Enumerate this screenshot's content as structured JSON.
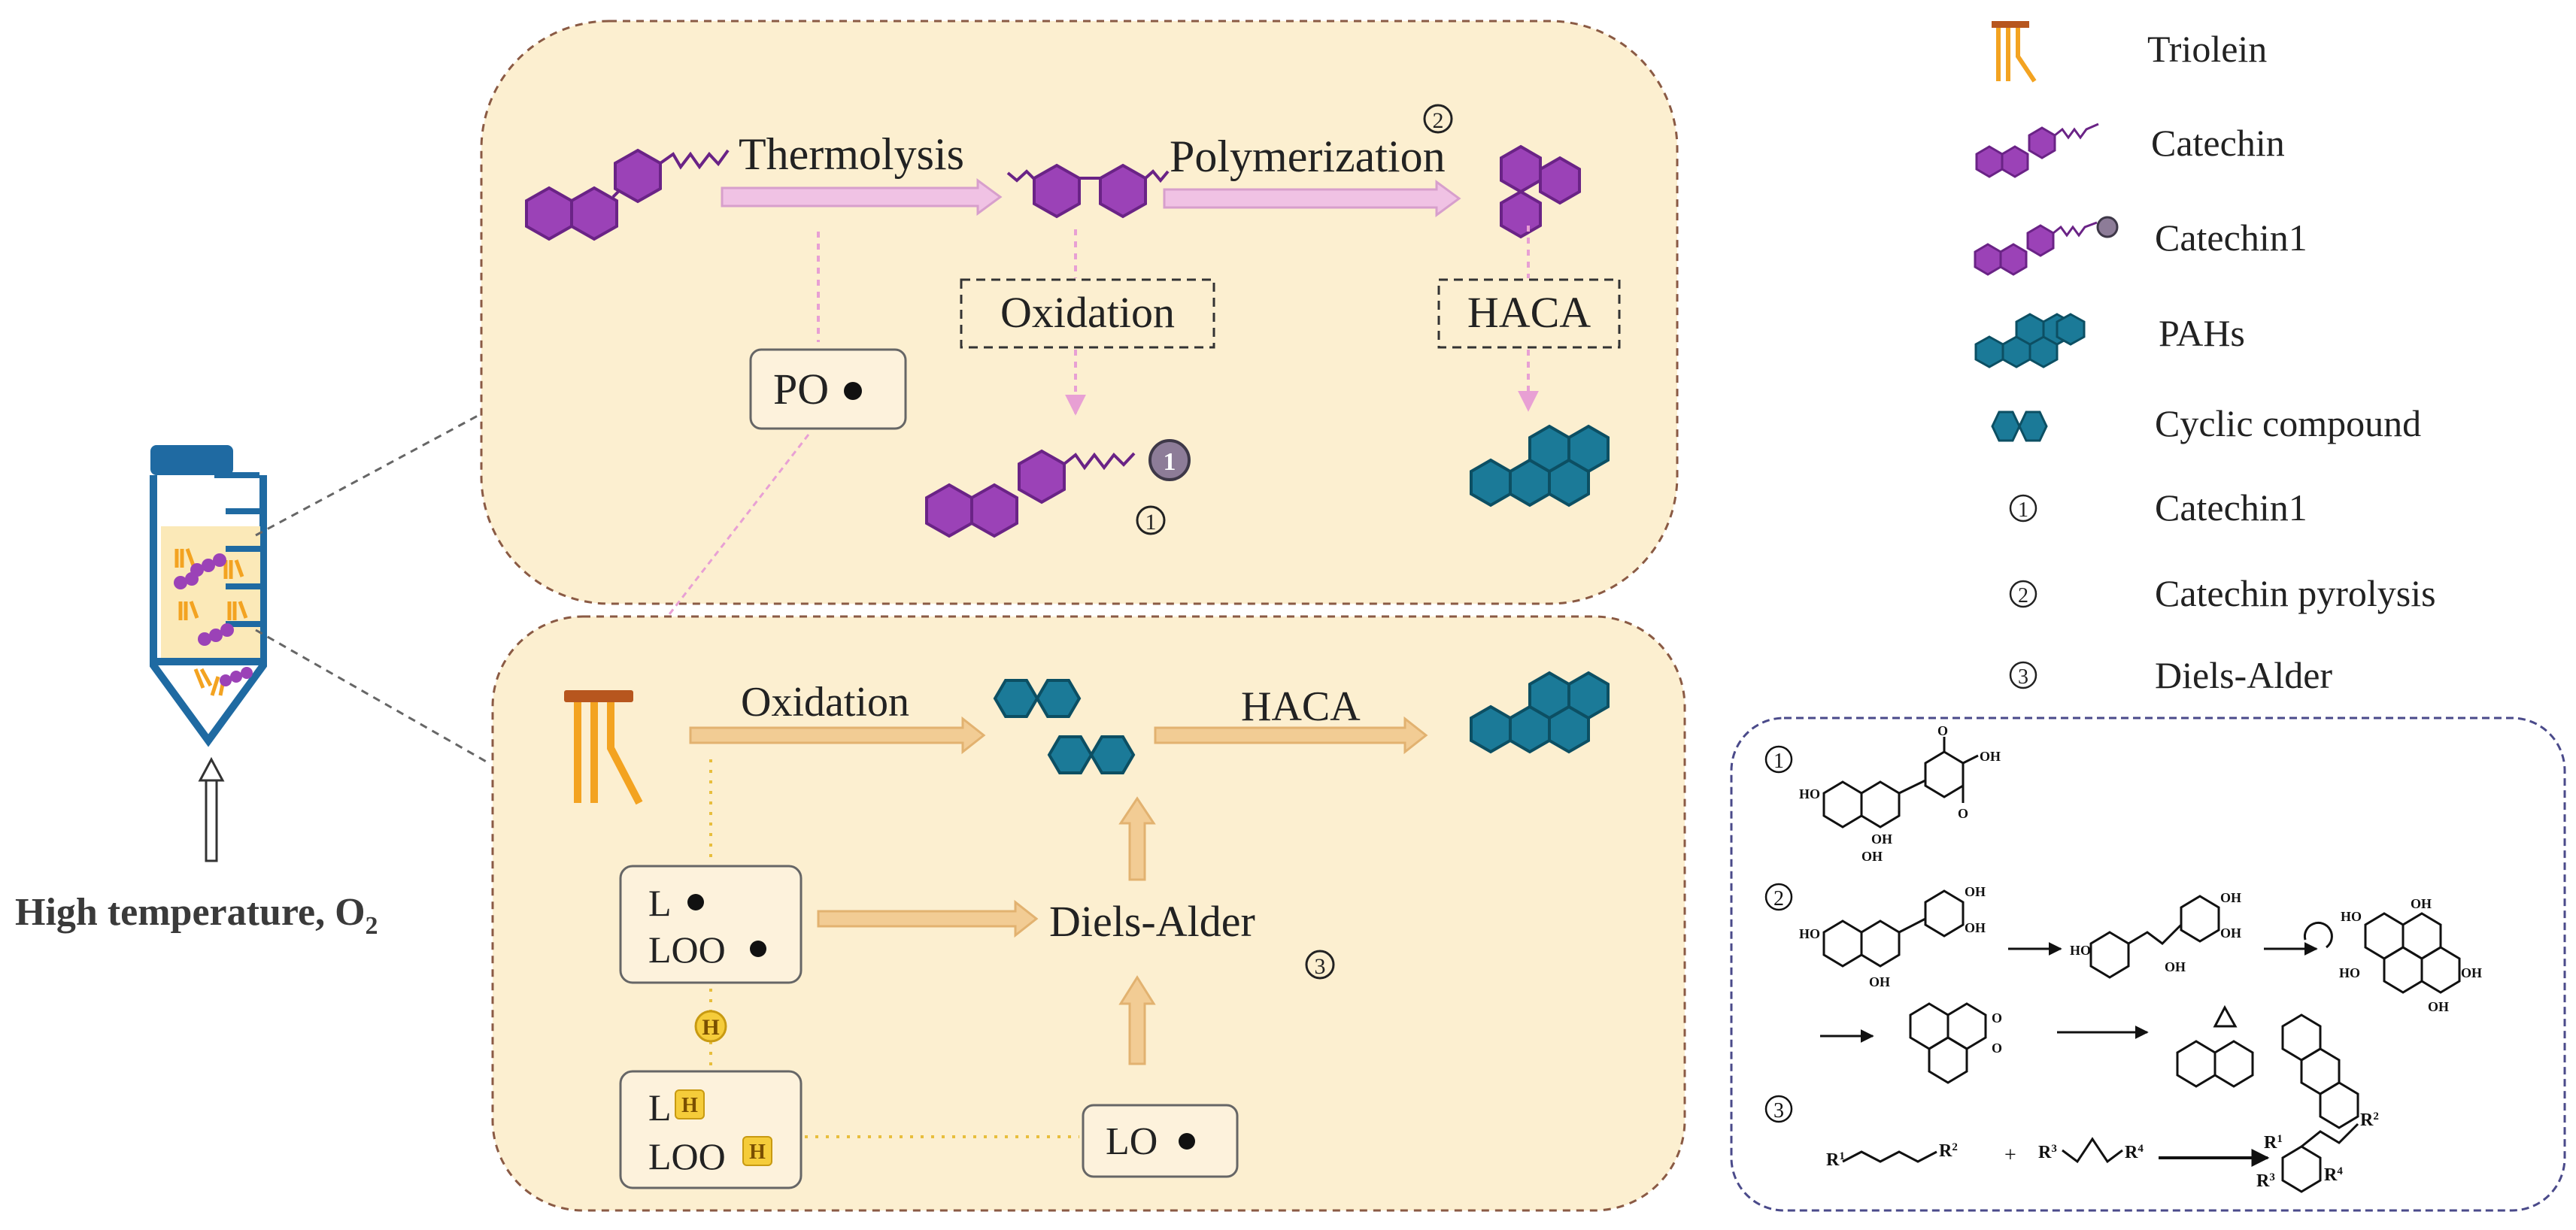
{
  "colors": {
    "panel_fill": "#fcefd0",
    "panel_border": "#8a5a44",
    "purple": "#9b42b7",
    "purple_stroke": "#6a2386",
    "teal": "#1b7a98",
    "teal_stroke": "#0c4f63",
    "orange": "#f3a321",
    "brown": "#b7561e",
    "pink_arrow": "#e8b8dc",
    "tan_arrow": "#f2cc94",
    "legend_box_border": "#4a4a8a"
  },
  "left": {
    "caption_main": "High temperature, O",
    "caption_sub": "2"
  },
  "top_panel": {
    "thermolysis": "Thermolysis",
    "polymerization": "Polymerization",
    "step_2_marker": "②",
    "oxidation": "Oxidation",
    "haca": "HACA",
    "po_radical": "PO",
    "step_1_marker": "①",
    "badge_1": "1"
  },
  "bottom_panel": {
    "oxidation": "Oxidation",
    "haca": "HACA",
    "l_radical": "L",
    "loo_radical": "LOO",
    "diels_alder": "Diels-Alder",
    "step_3_marker": "③",
    "h_marker": "H",
    "lh": "L",
    "looh": "LOO",
    "lo_radical": "LO"
  },
  "legend": {
    "items": [
      {
        "icon": "triolein-icon",
        "label": "Triolein"
      },
      {
        "icon": "catechin-icon",
        "label": "Catechin"
      },
      {
        "icon": "catechin1-icon",
        "label": "Catechin1"
      },
      {
        "icon": "pahs-icon",
        "label": "PAHs"
      },
      {
        "icon": "cyclic-compound-icon",
        "label": "Cyclic compound"
      },
      {
        "icon": "circled-1",
        "marker": "①",
        "label": "Catechin1"
      },
      {
        "icon": "circled-2",
        "marker": "②",
        "label": "Catechin pyrolysis"
      },
      {
        "icon": "circled-3",
        "marker": "③",
        "label": "Diels-Alder"
      }
    ]
  },
  "mechanisms": {
    "m1_marker": "①",
    "m2_marker": "②",
    "m3_marker": "③",
    "oh": "OH",
    "ho": "HO",
    "o": "O",
    "r1": "R",
    "r1_sup": "1",
    "r2": "R",
    "r2_sup": "2",
    "r3": "R",
    "r3_sup": "3",
    "r4": "R",
    "r4_sup": "4",
    "plus": "+"
  }
}
